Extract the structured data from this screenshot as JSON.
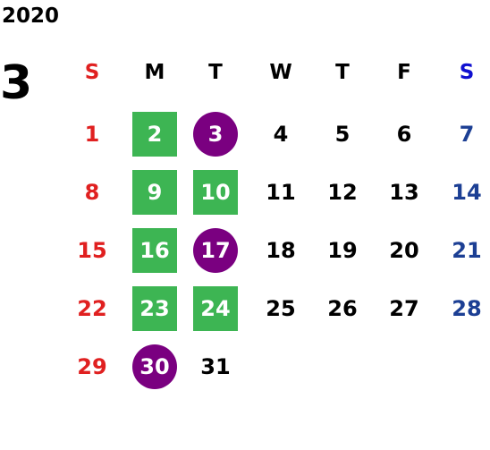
{
  "calendar": {
    "year": "2020",
    "month": "3",
    "weekdays": [
      {
        "label": "S",
        "color": "#e02020"
      },
      {
        "label": "M",
        "color": "#000000"
      },
      {
        "label": "T",
        "color": "#000000"
      },
      {
        "label": "W",
        "color": "#000000"
      },
      {
        "label": "T",
        "color": "#000000"
      },
      {
        "label": "F",
        "color": "#000000"
      },
      {
        "label": "S",
        "color": "#1010d0"
      }
    ],
    "first_weekday_index": 0,
    "colors": {
      "sunday": "#e02020",
      "saturday": "#1c3f94",
      "weekday": "#000000",
      "green_highlight": "#3db553",
      "purple_highlight": "#7a0080",
      "highlight_text": "#ffffff"
    },
    "days": [
      {
        "num": "1",
        "highlight": "none"
      },
      {
        "num": "2",
        "highlight": "green-square"
      },
      {
        "num": "3",
        "highlight": "purple-circle"
      },
      {
        "num": "4",
        "highlight": "none"
      },
      {
        "num": "5",
        "highlight": "none"
      },
      {
        "num": "6",
        "highlight": "none"
      },
      {
        "num": "7",
        "highlight": "none"
      },
      {
        "num": "8",
        "highlight": "none"
      },
      {
        "num": "9",
        "highlight": "green-square"
      },
      {
        "num": "10",
        "highlight": "green-square"
      },
      {
        "num": "11",
        "highlight": "none"
      },
      {
        "num": "12",
        "highlight": "none"
      },
      {
        "num": "13",
        "highlight": "none"
      },
      {
        "num": "14",
        "highlight": "none"
      },
      {
        "num": "15",
        "highlight": "none"
      },
      {
        "num": "16",
        "highlight": "green-square"
      },
      {
        "num": "17",
        "highlight": "purple-circle"
      },
      {
        "num": "18",
        "highlight": "none"
      },
      {
        "num": "19",
        "highlight": "none"
      },
      {
        "num": "20",
        "highlight": "none"
      },
      {
        "num": "21",
        "highlight": "none"
      },
      {
        "num": "22",
        "highlight": "none"
      },
      {
        "num": "23",
        "highlight": "green-square"
      },
      {
        "num": "24",
        "highlight": "green-square"
      },
      {
        "num": "25",
        "highlight": "none"
      },
      {
        "num": "26",
        "highlight": "none"
      },
      {
        "num": "27",
        "highlight": "none"
      },
      {
        "num": "28",
        "highlight": "none"
      },
      {
        "num": "29",
        "highlight": "none"
      },
      {
        "num": "30",
        "highlight": "purple-circle"
      },
      {
        "num": "31",
        "highlight": "none"
      }
    ]
  }
}
